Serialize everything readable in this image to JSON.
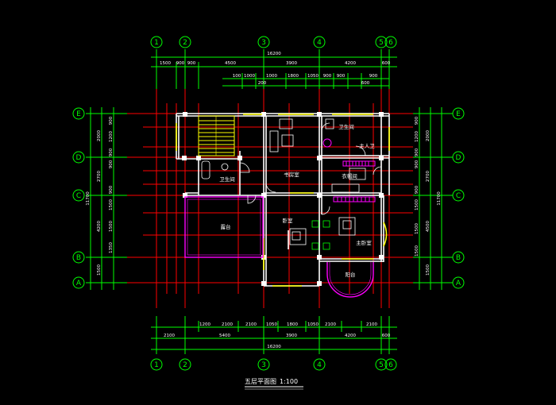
{
  "drawing": {
    "title": "五层平面图",
    "scale": "1:100"
  },
  "axes": {
    "columns": [
      "1",
      "2",
      "3",
      "4",
      "5",
      "6"
    ],
    "rows": [
      "E",
      "D",
      "C",
      "B",
      "A"
    ]
  },
  "dimensions": {
    "top_total": "16200",
    "top_row1": [
      "1500",
      "900",
      "900",
      "4500",
      "3900",
      "4200",
      "600"
    ],
    "top_row2": [
      "100",
      "1000",
      "1000",
      "1800",
      "1050",
      "900",
      "900",
      "900"
    ],
    "top_row3": [
      "200",
      "600"
    ],
    "bottom_row1": [
      "1200",
      "2100",
      "2100",
      "1050",
      "1800",
      "1050",
      "2100",
      "2100"
    ],
    "bottom_row2": [
      "2100",
      "5400",
      "3900",
      "4200",
      "600"
    ],
    "bottom_total": "16200",
    "left_outer": [
      "2000",
      "2700",
      "4200",
      "1500"
    ],
    "left_inner": [
      "900",
      "1200",
      "900",
      "900",
      "900",
      "1500",
      "1500",
      "1350"
    ],
    "left_total": "11700",
    "right_outer": [
      "2000",
      "2700",
      "4500",
      "1500"
    ],
    "right_inner": [
      "900",
      "1200",
      "900",
      "900",
      "900",
      "1500",
      "1500",
      "1500"
    ],
    "right_total": "11700"
  },
  "rooms": {
    "bath_upper": "卫生间",
    "master_bath": "主人卫",
    "bath_left": "卫生间",
    "study": "书房室",
    "closet": "衣帽间",
    "terrace": "露台",
    "bedroom": "卧室",
    "master_bedroom": "主卧室",
    "balcony": "阳台"
  },
  "colors": {
    "background": "#000000",
    "axis": "#ff0000",
    "dimension": "#00ff00",
    "wall": "#ffffff",
    "window": "#ffff00",
    "furniture": "#00ffff",
    "highlight": "#ff00ff",
    "label": "#ffffff"
  }
}
